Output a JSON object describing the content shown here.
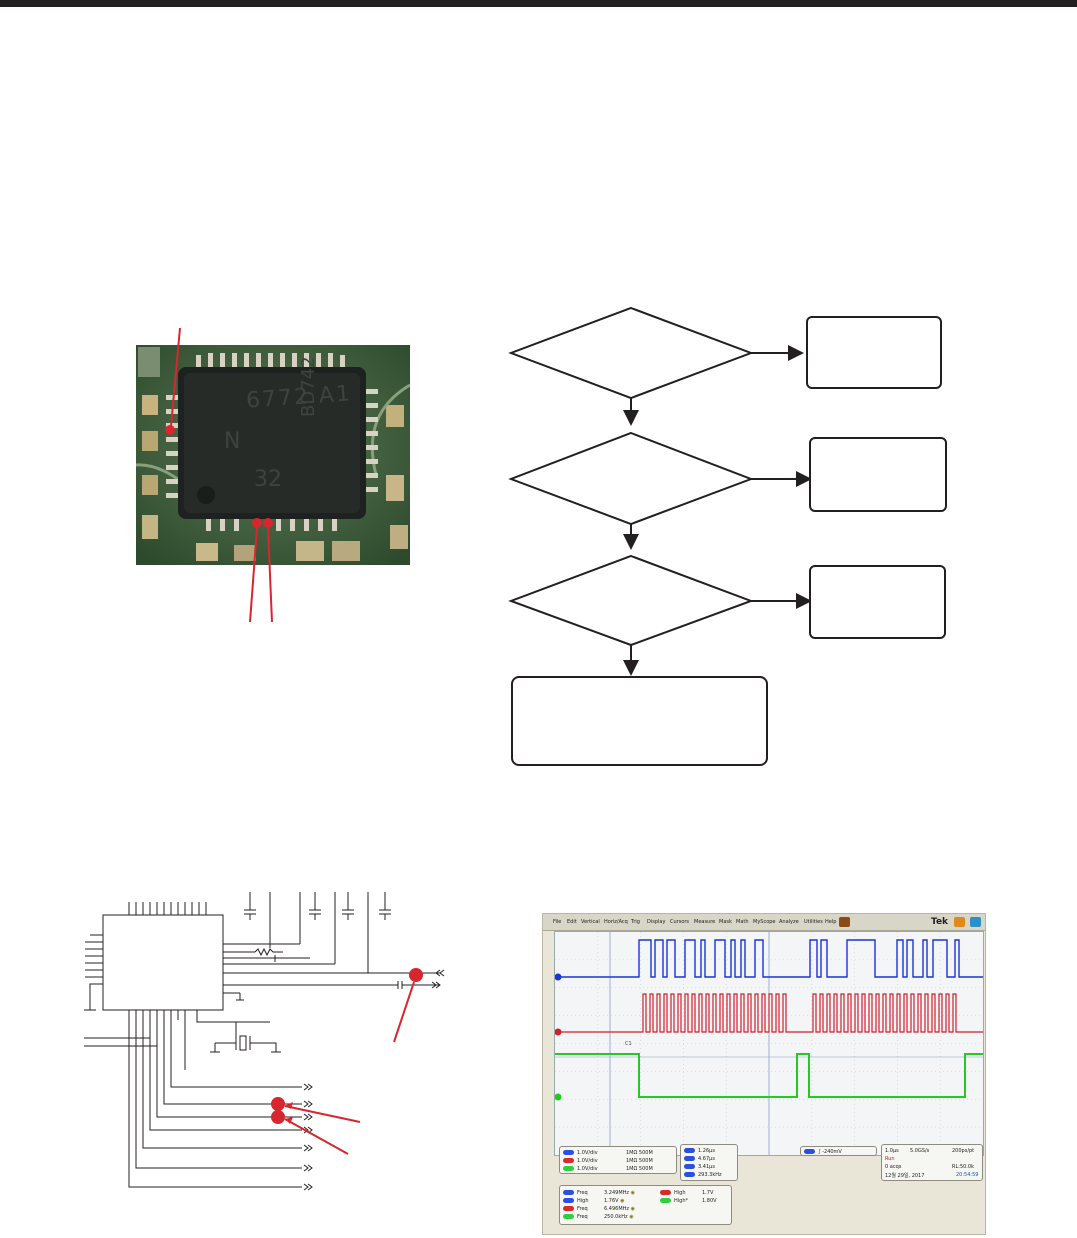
{
  "page": {
    "header_bar_color": "#231f20"
  },
  "colors": {
    "marker_red": "#d7262d",
    "line_dark": "#231f20",
    "ch1_blue": "#1a35d6",
    "ch2_red": "#cf1f2a",
    "ch3_green": "#27c826"
  },
  "pcb_photo": {
    "chip_marking": [
      "6772 A1",
      "N",
      "32",
      "BD742"
    ],
    "test_points": 3
  },
  "flowchart": {
    "decisions": 3,
    "result_boxes": 3,
    "final_box": 1
  },
  "schematic": {
    "test_points": 3
  },
  "oscilloscope": {
    "menu": [
      "File",
      "Edit",
      "Vertical",
      "Horiz/Acq",
      "Trig",
      "Display",
      "Cursors",
      "Measure",
      "Mask",
      "Math",
      "MyScope",
      "Analyze",
      "Utilities",
      "Help"
    ],
    "brand": "Tek",
    "channels": [
      {
        "id": "C1",
        "scale": "1.0V/div",
        "impedance": "1MΩ",
        "bw": "500M"
      },
      {
        "id": "C2",
        "scale": "1.0V/div",
        "impedance": "1MΩ",
        "bw": "500M"
      },
      {
        "id": "C3",
        "scale": "1.0V/div",
        "impedance": "1MΩ",
        "bw": "500M"
      }
    ],
    "cursor_readouts": [
      {
        "id": "C1",
        "value": "1.26µs"
      },
      {
        "id": "C2",
        "value": "4.67µs"
      },
      {
        "id": "C3",
        "value": "3.41µs"
      },
      {
        "id": "Δ",
        "value": "293.3kHz"
      }
    ],
    "trigger": {
      "channel": "C1",
      "level": "-240mV"
    },
    "timebase": {
      "scale": "1.0µs",
      "rate": "5.0GS/s",
      "resolution": "200ps/pt",
      "mode": "Run",
      "acqs": "0 acqs",
      "record_length": "RL:50.0k",
      "date": "12월 29일, 2017",
      "time": "20:54:59"
    },
    "measurements": [
      {
        "ch": "C1",
        "name": "Freq",
        "value": "3.249MHz"
      },
      {
        "ch": "C1",
        "name": "High",
        "value": "1.76V"
      },
      {
        "ch": "C2",
        "name": "Freq",
        "value": "6.496MHz"
      },
      {
        "ch": "C3",
        "name": "Freq",
        "value": "250.0kHz"
      },
      {
        "ch": "C2",
        "name": "High",
        "value": "1.7V"
      },
      {
        "ch": "C3",
        "name": "High*",
        "value": "1.80V"
      }
    ],
    "marker_label": "C1"
  }
}
